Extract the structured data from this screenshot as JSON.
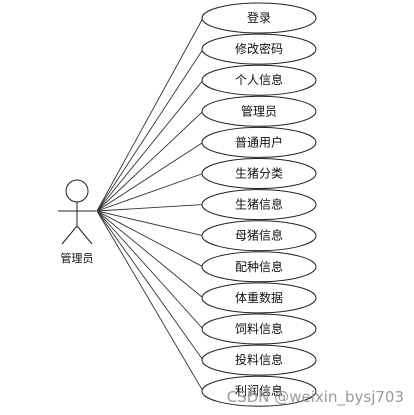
{
  "actor": {
    "label": "管理员"
  },
  "use_cases": [
    {
      "label": "登录"
    },
    {
      "label": "修改密码"
    },
    {
      "label": "个人信息"
    },
    {
      "label": "管理员"
    },
    {
      "label": "普通用户"
    },
    {
      "label": "生猪分类"
    },
    {
      "label": "生猪信息"
    },
    {
      "label": "母猪信息"
    },
    {
      "label": "配种信息"
    },
    {
      "label": "体重数据"
    },
    {
      "label": "饲料信息"
    },
    {
      "label": "投料信息"
    },
    {
      "label": "利润信息"
    }
  ],
  "watermark": "CSDN @weixin_bysj703"
}
